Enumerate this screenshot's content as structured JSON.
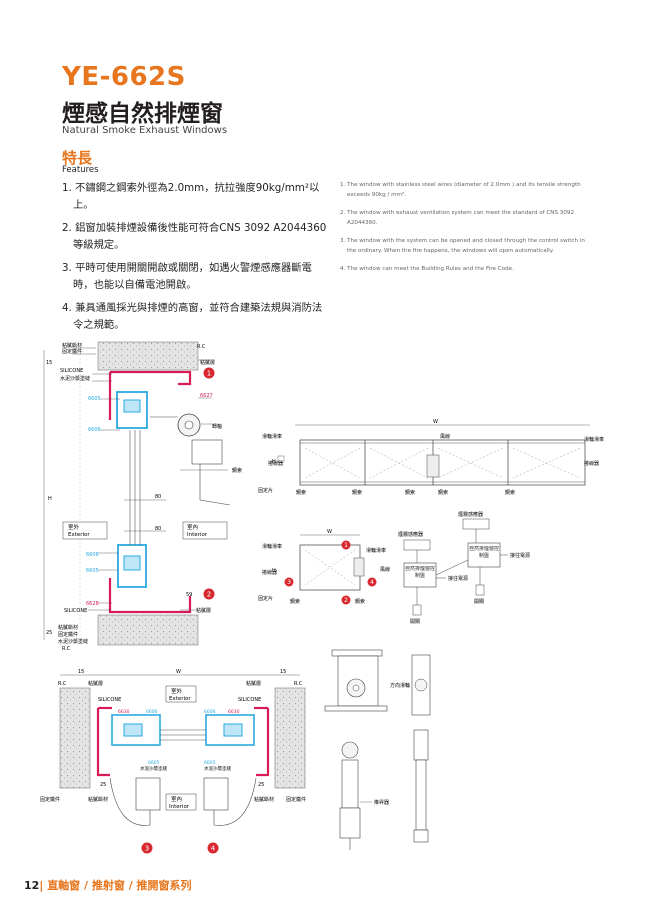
{
  "header": {
    "model": "YE-662S",
    "title_zh": "煙感自然排煙窗",
    "title_en": "Natural Smoke Exhaust Windows"
  },
  "features": {
    "heading_zh": "特長",
    "heading_en": "Features",
    "items_zh": [
      "1. 不鏽鋼之鋼索外徑為2.0mm，抗拉強度90kg/mm²以上。",
      "2. 鋁窗加裝排煙設備後性能可符合CNS 3092 A2044360等級規定。",
      "3. 平時可使用開關開啟或關閉，如遇火警煙感應器斷電時，也能以自備電池開啟。",
      "4. 兼具通風採光與排煙的高窗，並符合建築法規與消防法令之規範。"
    ],
    "items_en": [
      "1. The window with stainless steel wires (diameter of 2.0mm ) and its tensile strength exceeds 90kg / mm².",
      "2. The window with exhaust ventilation system can meet the standard of CNS 3092 A2044360.",
      "3. The window with the system can be opened and closed through the control switch in the ordinary. When the fire happens, the windows will open automatically.",
      "4. The window can meet the Building Rules and the Fire Code."
    ]
  },
  "drawing_labels": {
    "mat": "粘膩斷材",
    "fixed": "固定鐵件",
    "silicone": "SILICONE",
    "mortar": "水泥沙漿塗縫",
    "rc": "R.C",
    "sealant": "粘膩層",
    "hinge": "轉軸",
    "cable": "鋼索",
    "wire": "風線",
    "exterior_zh": "室外",
    "exterior_en": "Exterior",
    "interior_zh": "室內",
    "interior_en": "Interior",
    "p6605": "6605",
    "p6606": "6606",
    "p6627": "6627",
    "p6628": "6628",
    "p6630": "6630",
    "d15": "15",
    "d25": "25",
    "d80": "80",
    "d59": "59",
    "H": "H",
    "W": "W",
    "pulley": "滑輪滑車",
    "lock": "固定片",
    "winch": "捲線器",
    "smoke_sensor": "煙霧感應器",
    "controller": "自然排煙窗控制盤",
    "power": "接往電源",
    "switch": "開關",
    "direction_pulley": "方向滑輪",
    "drive_unit": "推昇器",
    "tag1": "1",
    "tag2": "2",
    "tag3": "3",
    "tag4": "4"
  },
  "footer": {
    "page": "12",
    "text": "直軸窗 / 推射窗 / 推開窗系列"
  },
  "colors": {
    "accent": "#e8761e",
    "frame_red": "#d81b55",
    "profile_blue": "#2aa9e0",
    "tag_red": "#d7282f"
  }
}
